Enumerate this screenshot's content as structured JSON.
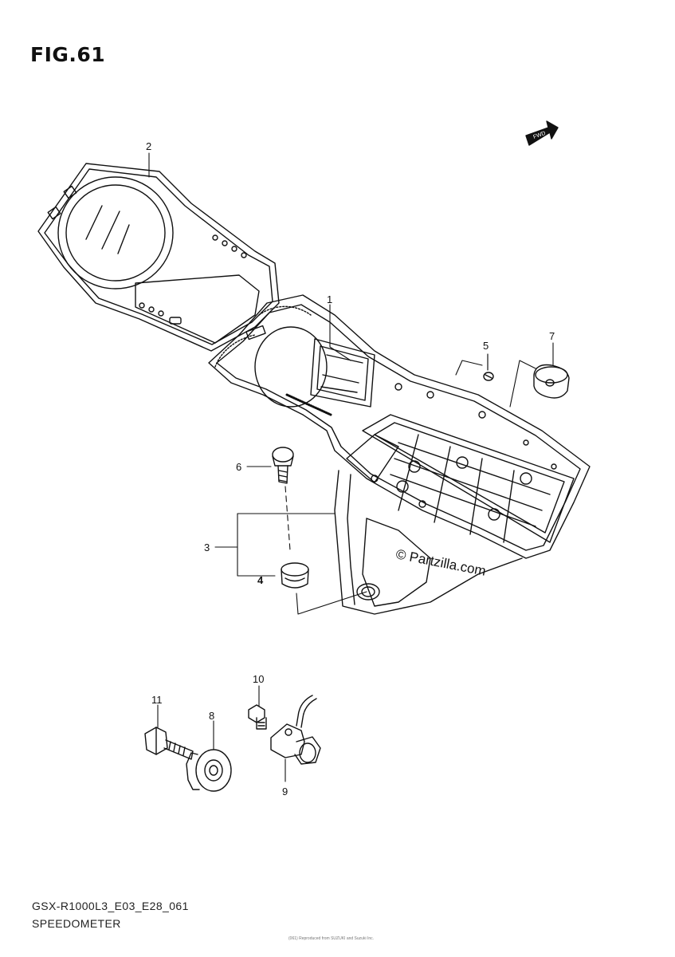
{
  "figure": {
    "title": "FIG.61"
  },
  "fwd_badge": "FWD",
  "watermark": "© Partzilla.com",
  "callouts": {
    "c1": "1",
    "c2": "2",
    "c3": "3",
    "c4": "4",
    "c5": "5",
    "c6": "6",
    "c7": "7",
    "c8": "8",
    "c9": "9",
    "c10": "10",
    "c11": "11"
  },
  "footer": {
    "model_code": "GSX-R1000L3_E03_E28_061",
    "section_name": "SPEEDOMETER",
    "tiny_code": "(061)",
    "tiny_copyright": "Reproduced from SUZUKI and Suzuki Inc."
  },
  "colors": {
    "line": "#111111",
    "background": "#ffffff"
  }
}
